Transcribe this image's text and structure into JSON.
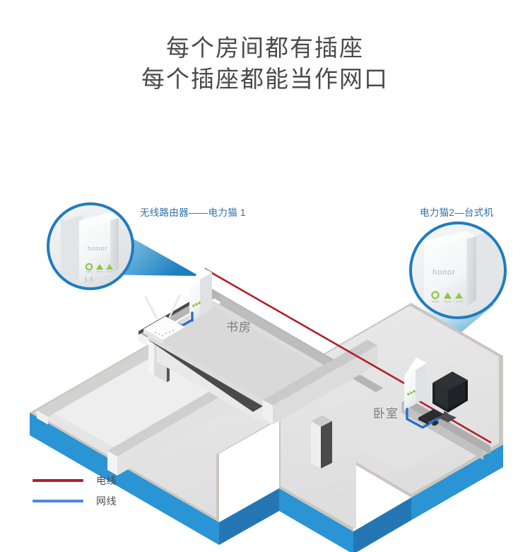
{
  "title": {
    "line1": "每个房间都有插座",
    "line2": "每个插座都能当作网口"
  },
  "callouts": [
    {
      "id": "left",
      "label": "无线路由器——电力猫 1",
      "device_brand": "honor",
      "device_type": "powerline-adapter",
      "led_count": 3,
      "ring_color": "#1f7cc0",
      "cone_color": "#2f91cf"
    },
    {
      "id": "right",
      "label": "电力猫2—台式机",
      "device_brand": "honor",
      "device_type": "powerline-adapter",
      "led_count": 3,
      "ring_color": "#1f7cc0",
      "cone_color": "#2f91cf"
    }
  ],
  "floorplan": {
    "rooms": [
      {
        "id": "study",
        "label": "书房"
      },
      {
        "id": "bedroom",
        "label": "卧室"
      }
    ],
    "devices": [
      {
        "id": "router",
        "room": "study",
        "type": "wireless-router"
      },
      {
        "id": "adapter-1",
        "room": "study",
        "type": "powerline-adapter",
        "brand": "honor"
      },
      {
        "id": "adapter-2",
        "room": "bedroom",
        "type": "powerline-adapter",
        "brand": "honor"
      },
      {
        "id": "desktop-pc",
        "room": "bedroom",
        "type": "desktop-computer"
      }
    ],
    "colors": {
      "base_light": "#2a94d4",
      "base_dark": "#2477b4",
      "floor": "#e8e8e8",
      "wall_top": "#d4d4d4",
      "wall_side": "#f2f2f2",
      "wall_shadow": "#b9b9b9"
    }
  },
  "cables": {
    "power_line_color": "#b21f2d",
    "network_line_color": "#2b6fc4"
  },
  "legend": {
    "items": [
      {
        "label": "电线",
        "color": "#b21f2d"
      },
      {
        "label": "网线",
        "color": "#4a86e8"
      }
    ]
  }
}
